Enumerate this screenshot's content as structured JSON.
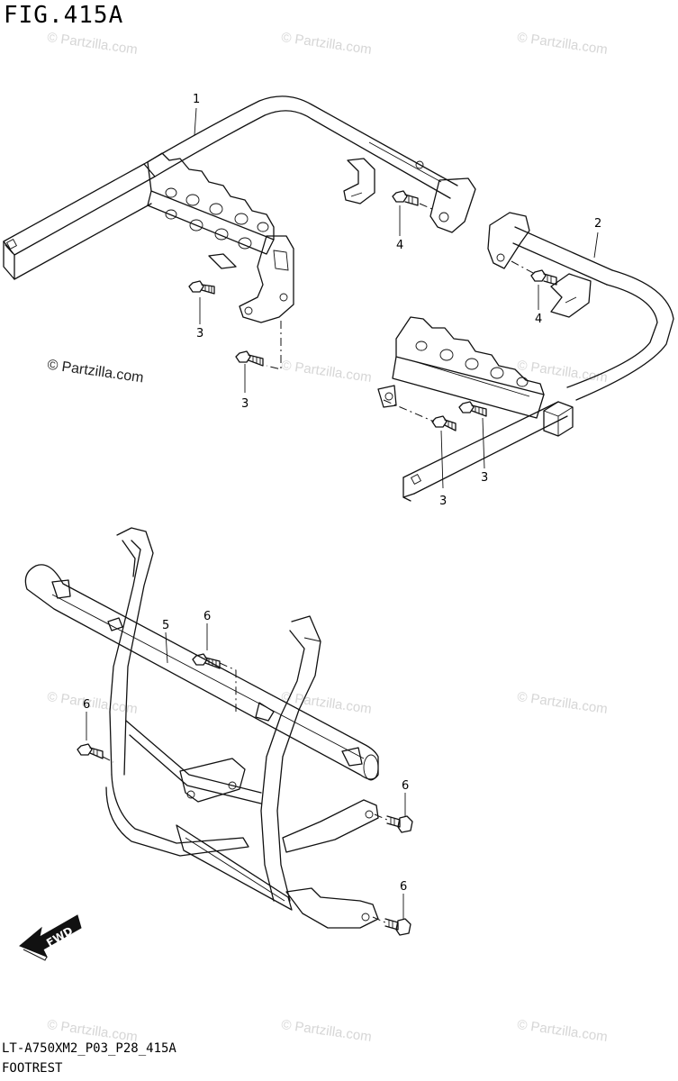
{
  "header": {
    "fig_label": "FIG.415A"
  },
  "footer": {
    "code": "LT-A750XM2_P03_P28_415A",
    "name": "FOOTREST"
  },
  "watermark": {
    "text": "© Partzilla.com",
    "main_text": "© Partzilla.com"
  },
  "callouts": [
    "1",
    "2",
    "3",
    "3",
    "3",
    "3",
    "4",
    "4",
    "5",
    "6",
    "6",
    "6",
    "6"
  ],
  "direction_arrow": {
    "label": "FWD"
  },
  "colors": {
    "line": "#111111",
    "watermark": "#d6d6d6",
    "background": "#ffffff"
  }
}
